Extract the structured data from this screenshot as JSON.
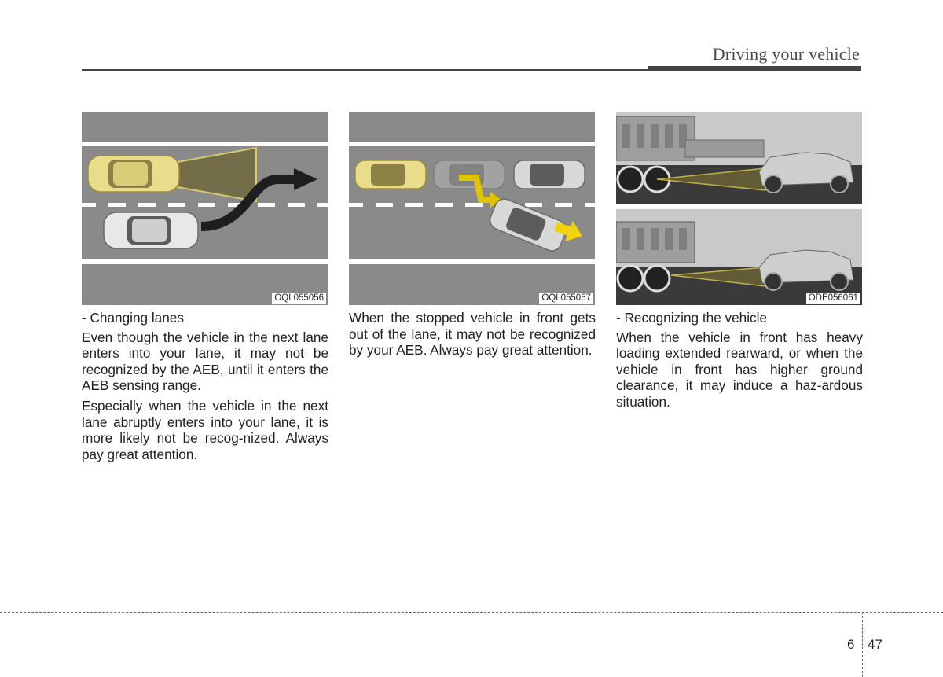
{
  "header": {
    "title": "Driving your vehicle"
  },
  "figures": [
    {
      "code": "OQL055056",
      "icon": "lane-change-diagram"
    },
    {
      "code": "OQL055057",
      "icon": "stopped-vehicle-exit-diagram"
    },
    {
      "code": "ODE056061",
      "icon": "truck-overhang-diagram"
    }
  ],
  "columns": [
    {
      "caption": "- Changing lanes",
      "paragraphs": [
        "Even though the vehicle in the next lane enters into your lane, it may not be recognized by the AEB, until it enters the AEB sensing range.",
        "Especially when the vehicle in the next lane abruptly enters into your lane, it is more likely not be recog-nized. Always pay great attention."
      ]
    },
    {
      "paragraphs": [
        "When the stopped vehicle in front gets out of the lane, it may not be recognized by your AEB. Always pay great attention."
      ]
    },
    {
      "caption": "- Recognizing the vehicle",
      "paragraphs": [
        "When the vehicle in front has heavy loading extended rearward, or when the vehicle in front has higher ground clearance, it may induce a haz-ardous situation."
      ]
    }
  ],
  "footer": {
    "chapter": "6",
    "page": "47"
  }
}
